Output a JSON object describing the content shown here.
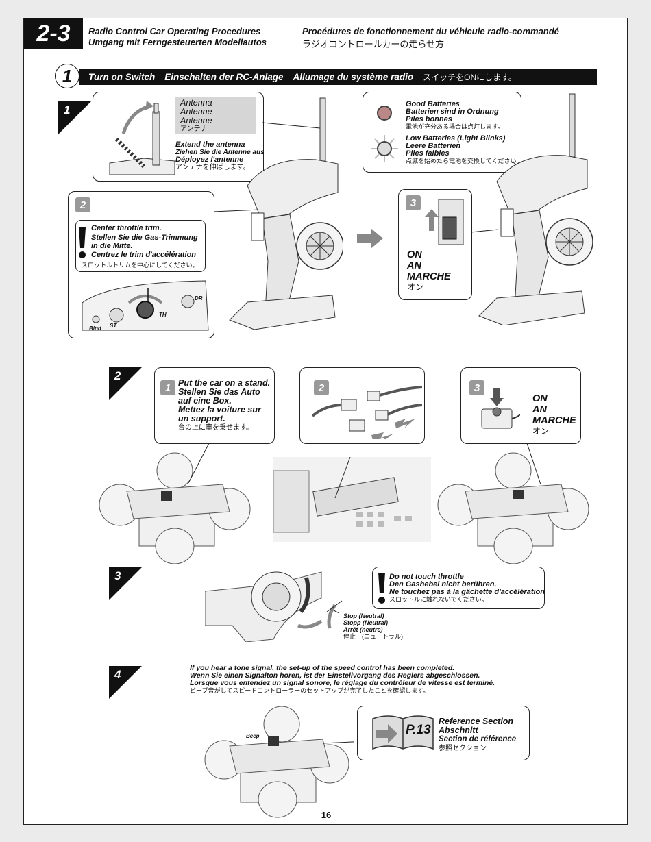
{
  "section": {
    "number": "2-3",
    "title_en": "Radio Control Car Operating Procedures",
    "title_de": "Umgang mit Ferngesteuerten Modellautos",
    "title_fr": "Procédures de fonctionnement du véhicule radio-commandé",
    "title_jp": "ラジオコントロールカーの走らせ方"
  },
  "step_one": {
    "number": "1",
    "bar": [
      "Turn on Switch",
      "Einschalten der RC-Anlage",
      "Allumage du système radio",
      "スイッチをONにします。"
    ]
  },
  "sub1": {
    "number": "1",
    "antenna_labels": [
      "Antenna",
      "Antenne",
      "Antenne",
      "アンテナ"
    ],
    "extend": [
      "Extend the antenna",
      "Ziehen Sie die Antenne aus",
      "Déployez l'antenne",
      "アンテナを伸ばします。"
    ],
    "good": [
      "Good Batteries",
      "Batterien sind in Ordnung",
      "Piles bonnes",
      "電池が充分ある場合は点灯します。"
    ],
    "low": [
      "Low Batteries (Light Blinks)",
      "Leere Batterien",
      "Piles faibles",
      "点滅を始めたら電池を交換してください。"
    ],
    "badge2": "2",
    "trim": [
      "Center throttle trim.",
      "Stellen Sie die Gas-Trimmung in die Mitte.",
      "Centrez le trim d'accélération",
      "スロットルトリムを中心にしてください。"
    ],
    "dial_labels": [
      "TH",
      "DR",
      "ST",
      "Bind"
    ],
    "badge3": "3",
    "on_labels": [
      "ON",
      "AN",
      "MARCHE",
      "オン"
    ]
  },
  "sub2": {
    "number": "2",
    "badge1": "1",
    "stand": [
      "Put the car on a stand.",
      "Stellen Sie das Auto auf eine Box.",
      "Mettez la voiture sur un support.",
      "台の上に車を乗せます。"
    ],
    "badge2": "2",
    "badge3": "3",
    "on_labels": [
      "ON",
      "AN",
      "MARCHE",
      "オン"
    ]
  },
  "sub3": {
    "number": "3",
    "warn": [
      "Do not touch throttle",
      "Den Gashebel nicht berühren.",
      "Ne touchez pas à la gâchette d'accélération",
      "スロットルに触れないでください。"
    ],
    "stop": [
      "Stop (Neutral)",
      "Stopp (Neutral)",
      "Arrêt (neutre)",
      "停止　(ニュートラル)"
    ]
  },
  "sub4": {
    "number": "4",
    "tone": [
      "If you hear a tone signal, the set-up of the speed control has been completed.",
      "Wenn Sie einen Signalton hören, ist der Einstellvorgang des Reglers abgeschlossen.",
      "Lorsque vous entendez un signal sonore, le réglage du contrôleur de vitesse est terminé.",
      "ビープ音がしてスピードコントローラーのセットアップが完了したことを確認します。"
    ],
    "beep": "Beep",
    "page_ref": "P.13",
    "ref": [
      "Reference Section",
      "Abschnitt",
      "Section de référence",
      "参照セクション"
    ]
  },
  "page_number": "16",
  "colors": {
    "black": "#111111",
    "badge": "#999999",
    "arrow": "#888888"
  }
}
